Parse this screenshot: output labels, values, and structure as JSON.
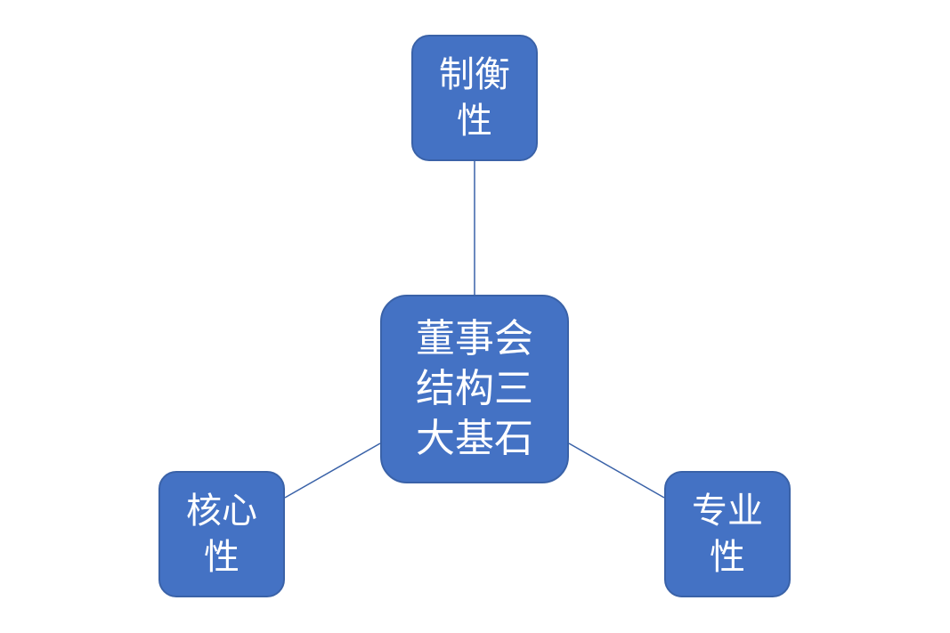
{
  "diagram": {
    "center": {
      "label": "董事会结构三大基石"
    },
    "nodes": {
      "top": {
        "label": "制衡性"
      },
      "left": {
        "label": "核心性"
      },
      "right": {
        "label": "专业性"
      }
    },
    "colors": {
      "node_fill": "#4472c4",
      "node_border": "#3a62a8",
      "connector": "#3a62a8",
      "text": "#ffffff",
      "background": "#ffffff"
    }
  }
}
